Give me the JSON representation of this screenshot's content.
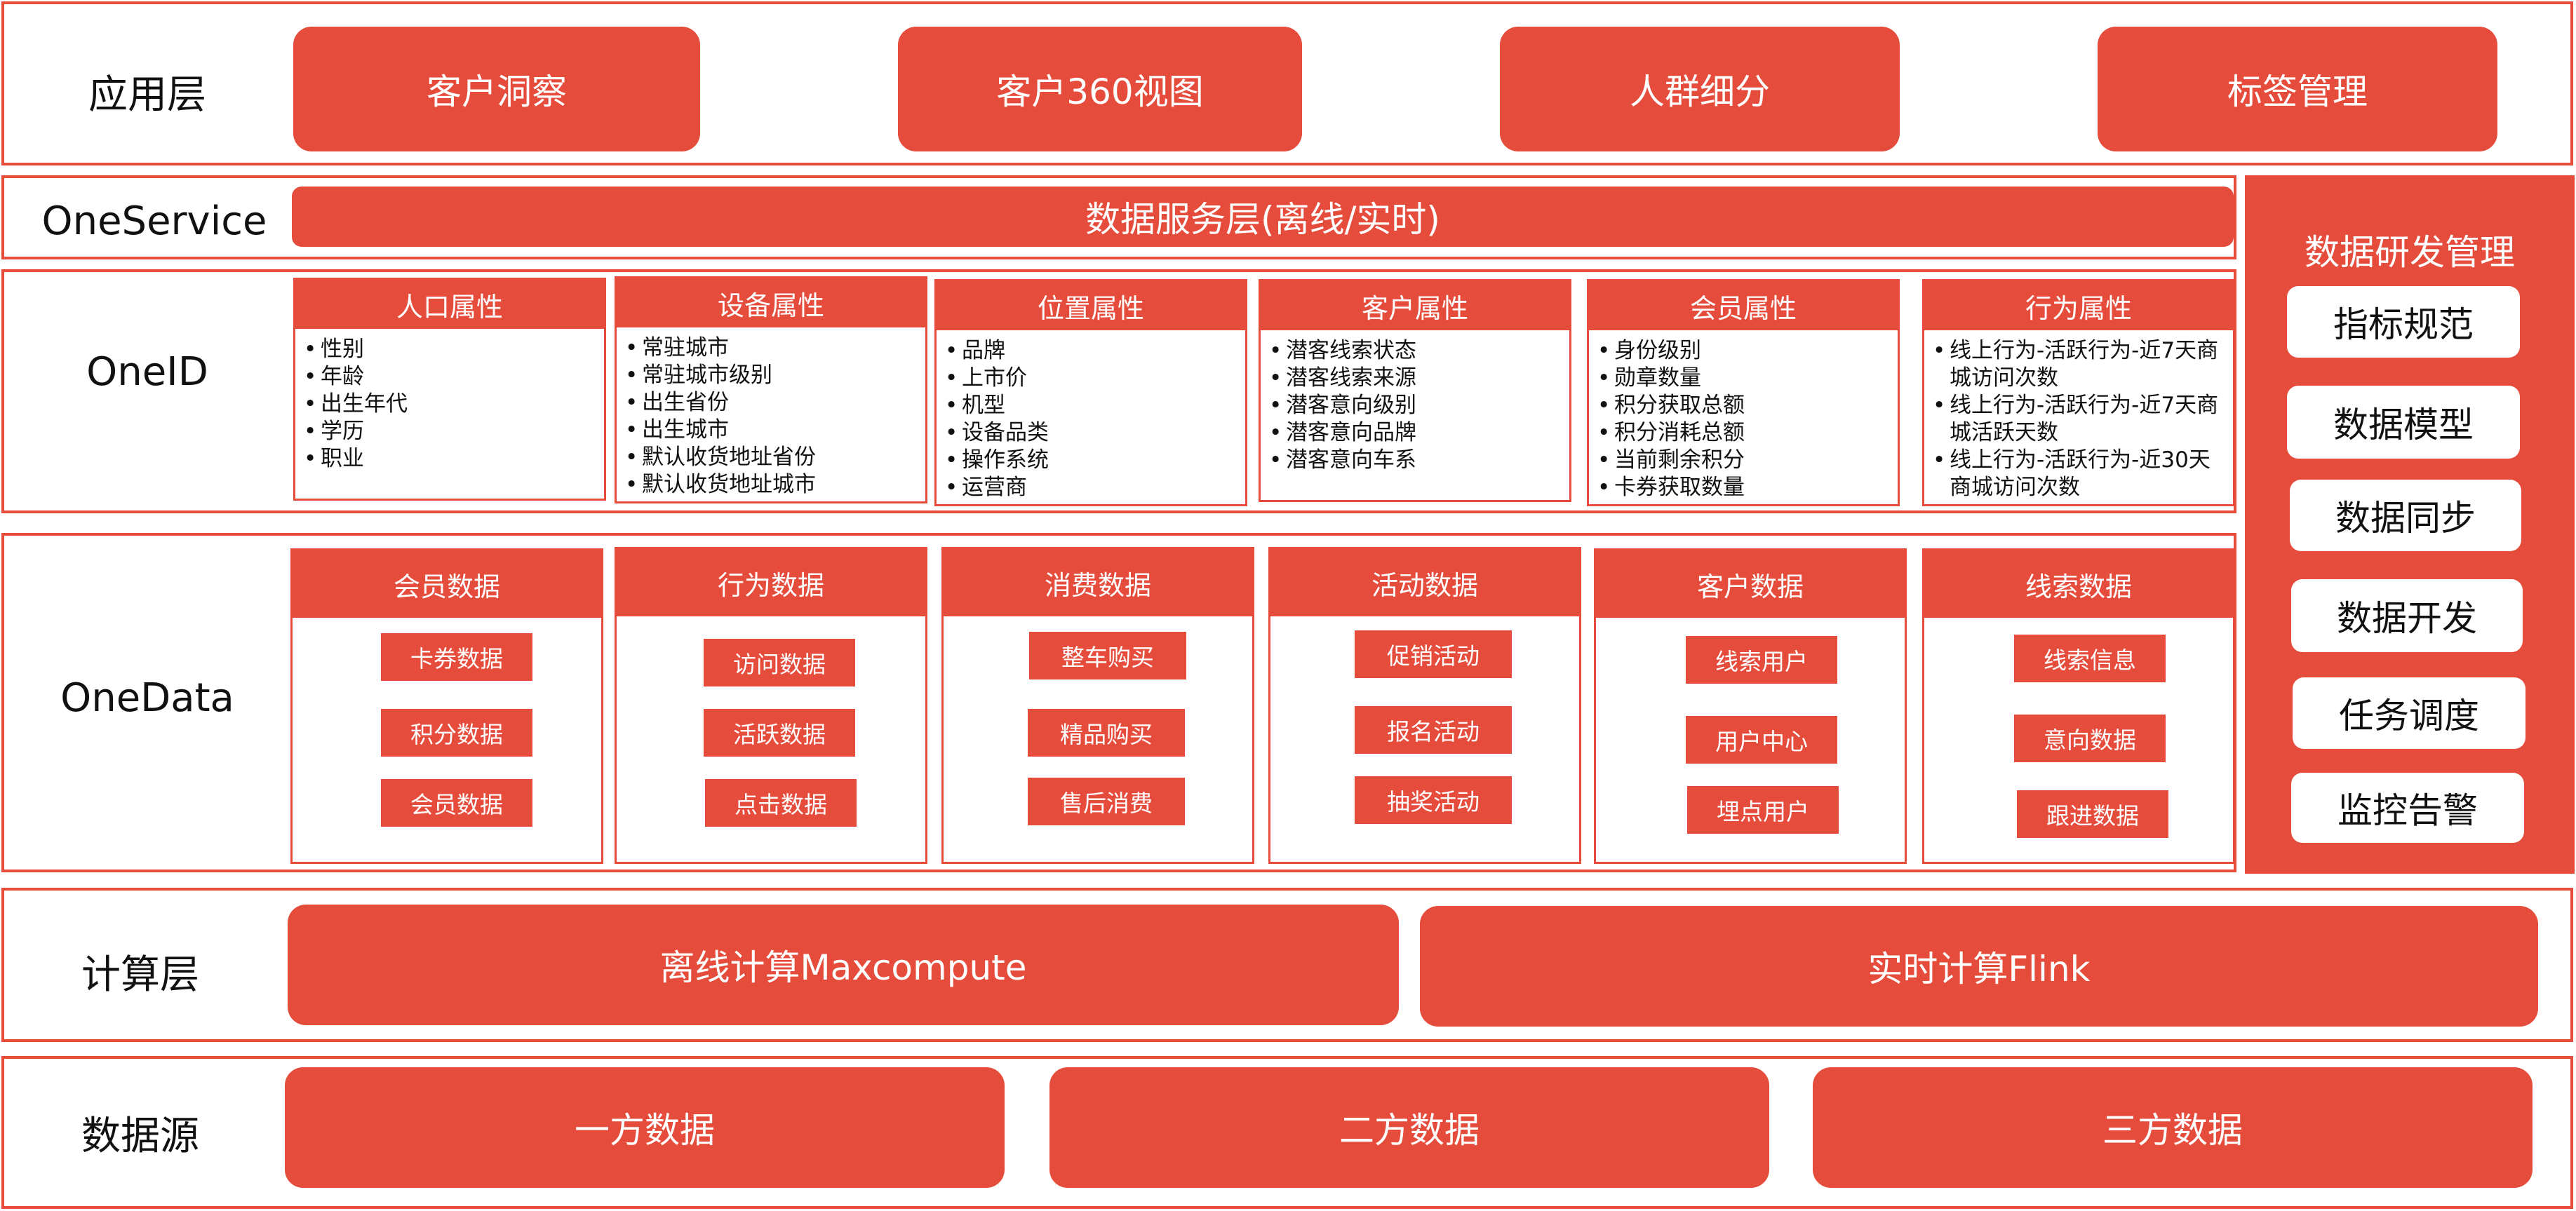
{
  "app_layer": {
    "label": "应用层",
    "items": [
      "客户洞察",
      "客户360视图",
      "人群细分",
      "标签管理"
    ]
  },
  "oneservice": {
    "label": "OneService",
    "bar": "数据服务层(离线/实时)"
  },
  "oneid": {
    "label": "OneID",
    "cards": [
      {
        "title": "人口属性",
        "items": [
          "性别",
          "年龄",
          "出生年代",
          "学历",
          "职业"
        ]
      },
      {
        "title": "设备属性",
        "items": [
          "常驻城市",
          "常驻城市级别",
          "出生省份",
          "出生城市",
          "默认收货地址省份",
          "默认收货地址城市"
        ]
      },
      {
        "title": "位置属性",
        "items": [
          "品牌",
          "上市价",
          "机型",
          "设备品类",
          "操作系统",
          "运营商"
        ]
      },
      {
        "title": "客户属性",
        "items": [
          "潜客线索状态",
          "潜客线索来源",
          "潜客意向级别",
          "潜客意向品牌",
          "潜客意向车系"
        ]
      },
      {
        "title": "会员属性",
        "items": [
          "身份级别",
          "勋章数量",
          "积分获取总额",
          "积分消耗总额",
          "当前剩余积分",
          "卡券获取数量"
        ]
      },
      {
        "title": "行为属性",
        "items": [
          "线上行为-活跃行为-近7天商城访问次数",
          "线上行为-活跃行为-近7天商城活跃天数",
          "线上行为-活跃行为-近30天商城访问次数"
        ]
      }
    ]
  },
  "onedata": {
    "label": "OneData",
    "cards": [
      {
        "title": "会员数据",
        "items": [
          "卡券数据",
          "积分数据",
          "会员数据"
        ]
      },
      {
        "title": "行为数据",
        "items": [
          "访问数据",
          "活跃数据",
          "点击数据"
        ]
      },
      {
        "title": "消费数据",
        "items": [
          "整车购买",
          "精品购买",
          "售后消费"
        ]
      },
      {
        "title": "活动数据",
        "items": [
          "促销活动",
          "报名活动",
          "抽奖活动"
        ]
      },
      {
        "title": "客户数据",
        "items": [
          "线索用户",
          "用户中心",
          "埋点用户"
        ]
      },
      {
        "title": "线索数据",
        "items": [
          "线索信息",
          "意向数据",
          "跟进数据"
        ]
      }
    ]
  },
  "side_panel": {
    "title": "数据研发管理",
    "items": [
      "指标规范",
      "数据模型",
      "数据同步",
      "数据开发",
      "任务调度",
      "监控告警"
    ]
  },
  "compute_layer": {
    "label": "计算层",
    "items": [
      "离线计算Maxcompute",
      "实时计算Flink"
    ]
  },
  "source_layer": {
    "label": "数据源",
    "items": [
      "一方数据",
      "二方数据",
      "三方数据"
    ]
  },
  "colors": {
    "accent": "#e64c3c",
    "text": "#111111",
    "background": "#ffffff"
  }
}
